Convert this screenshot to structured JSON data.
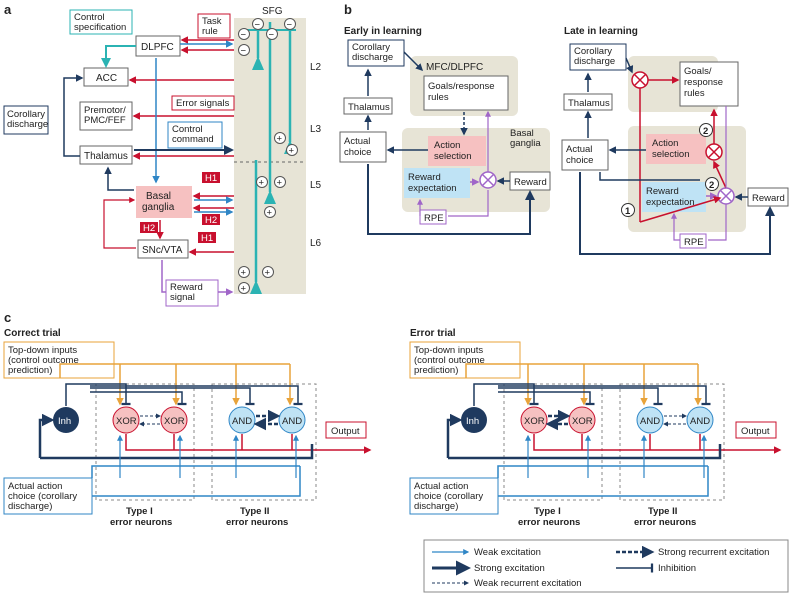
{
  "panel_a": {
    "letter": "a",
    "sfg": "SFG",
    "layers": [
      "L2",
      "L3",
      "L5",
      "L6"
    ],
    "control_specification": "Control specification",
    "task_rule": "Task rule",
    "dlpfc": "DLPFC",
    "acc": "ACC",
    "premotor": "Premotor/ PMC/FEF",
    "corollary_discharge": "Corollary discharge",
    "error_signals": "Error signals",
    "control_command": "Control command",
    "thalamus": "Thalamus",
    "basal_ganglia": "Basal ganglia",
    "snc_vta": "SNc/VTA",
    "reward_signal": "Reward signal",
    "h1": "H1",
    "h2": "H2",
    "minus": "−",
    "plus": "+"
  },
  "panel_b": {
    "letter": "b",
    "early_title": "Early in learning",
    "late_title": "Late in learning",
    "corollary_discharge": "Corollary discharge",
    "mfc_dlpfc": "MFC/DLPFC",
    "goals_rules": "Goals/response rules",
    "goals_rules_late": "Goals/ response rules",
    "thalamus": "Thalamus",
    "actual_choice": "Actual choice",
    "basal_ganglia": "Basal ganglia",
    "action_selection": "Action selection",
    "reward_expectation": "Reward expectation",
    "reward": "Reward",
    "rpe": "RPE",
    "num1": "1",
    "num2": "2"
  },
  "panel_c": {
    "letter": "c",
    "correct_title": "Correct trial",
    "error_title": "Error trial",
    "top_down": "Top-down inputs (control outcome prediction)",
    "inh": "Inh",
    "xor": "XOR",
    "and": "AND",
    "output": "Output",
    "actual_action": "Actual action choice (corollary discharge)",
    "type1": "Type I error neurons",
    "type2": "Type II error neurons"
  },
  "legend": {
    "weak_excitation": "Weak excitation",
    "strong_excitation": "Strong excitation",
    "weak_recurrent": "Weak recurrent excitation",
    "strong_recurrent": "Strong recurrent excitation",
    "inhibition": "Inhibition"
  },
  "colors": {
    "red": "#c8102e",
    "blue": "#2f86c6",
    "navy": "#1f3a5f",
    "teal": "#2bb3b3",
    "purple": "#a066c8",
    "gold": "#e8a33a",
    "pink_fill": "#f6c1c1",
    "blue_fill": "#bfe3f5",
    "beige": "#e7e4d6"
  }
}
